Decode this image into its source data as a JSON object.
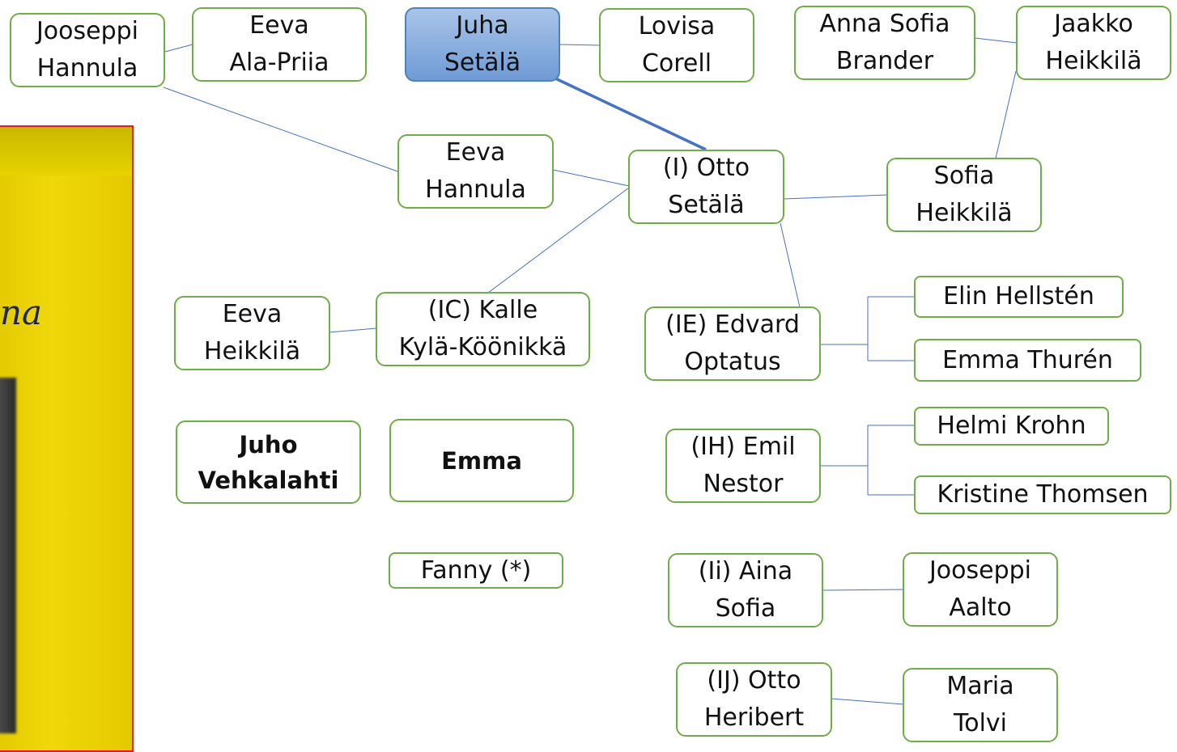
{
  "diagram": {
    "nodes": {
      "jooseppi_hannula": [
        "Jooseppi",
        "Hannula"
      ],
      "eeva_ala_priia": [
        "Eeva",
        "Ala-Priia"
      ],
      "juha_setala": [
        "Juha",
        "Setälä"
      ],
      "lovisa_corell": [
        "Lovisa",
        "Corell"
      ],
      "anna_sofia_brander": [
        "Anna Sofia",
        "Brander"
      ],
      "jaakko_heikkila": [
        "Jaakko",
        "Heikkilä"
      ],
      "eeva_hannula": [
        "Eeva",
        "Hannula"
      ],
      "otto_setala": [
        "(I) Otto",
        "Setälä"
      ],
      "sofia_heikkila": [
        "Sofia",
        "Heikkilä"
      ],
      "eeva_heikkila": [
        "Eeva",
        "Heikkilä"
      ],
      "kalle_kyla_koonikka": [
        "(IC) Kalle",
        "Kylä-Köönikkä"
      ],
      "edvard_optatus": [
        "(IE) Edvard",
        "Optatus"
      ],
      "elin_hellsten": [
        "Elin Hellstén"
      ],
      "emma_thuren": [
        "Emma Thurén"
      ],
      "juho_vehkalahti": [
        "Juho",
        "Vehkalahti"
      ],
      "emma": [
        "Emma"
      ],
      "emil_nestor": [
        "(IH) Emil",
        "Nestor"
      ],
      "helmi_krohn": [
        "Helmi Krohn"
      ],
      "kristine_thomsen": [
        "Kristine Thomsen"
      ],
      "fanny": [
        "Fanny (*)"
      ],
      "aina_sofia": [
        "(Ii) Aina",
        "Sofia"
      ],
      "jooseppi_aalto": [
        "Jooseppi",
        "Aalto"
      ],
      "otto_heribert": [
        "(IJ) Otto",
        "Heribert"
      ],
      "maria_tolvi": [
        "Maria",
        "Tolvi"
      ]
    },
    "photo_text": "na",
    "colors": {
      "node_border": "#70ad47",
      "connector": "#4472c4",
      "selected_fill": "#8fb1e0",
      "photo_background": "#e8d000",
      "photo_border": "#e02020"
    }
  }
}
